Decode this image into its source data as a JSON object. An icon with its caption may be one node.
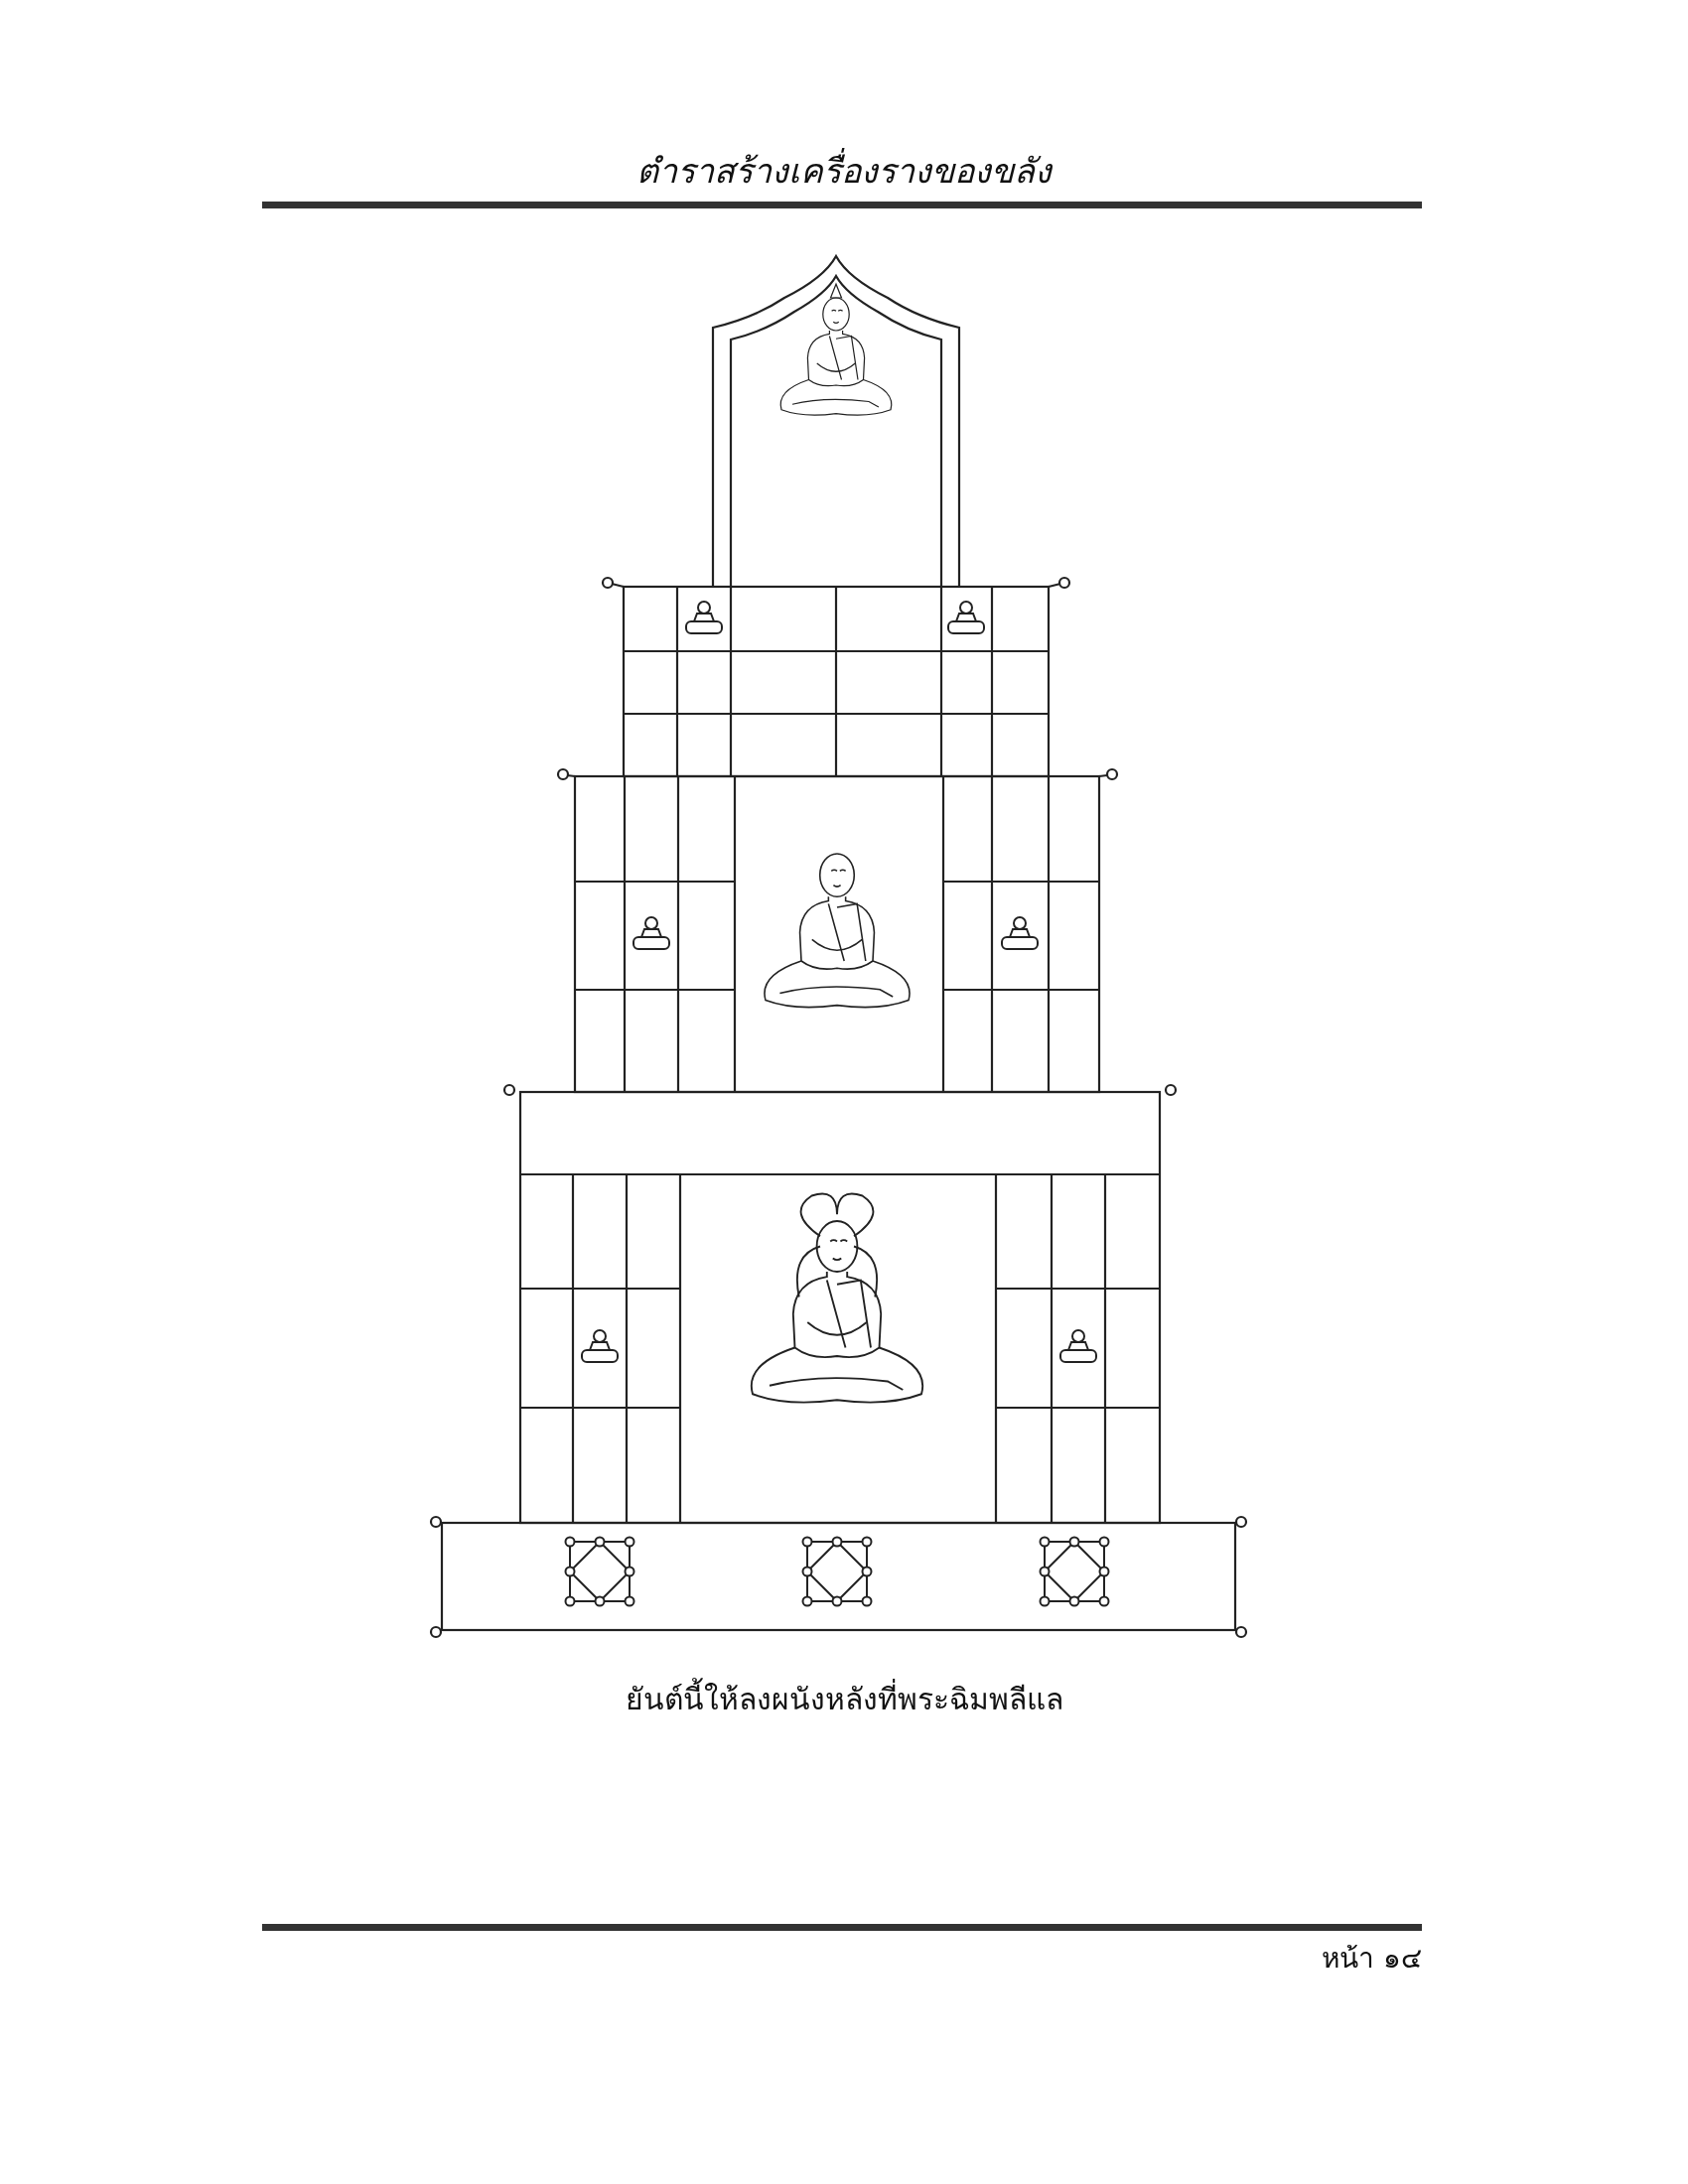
{
  "diagram": {
    "title": "ตำราสร้างเครื่องรางของขลัง",
    "caption": "ยันต์นี้ให้ลงผนังหลังที่พระฉิมพลีแล",
    "labels": [
      "หน้า ๑๔"
    ]
  }
}
